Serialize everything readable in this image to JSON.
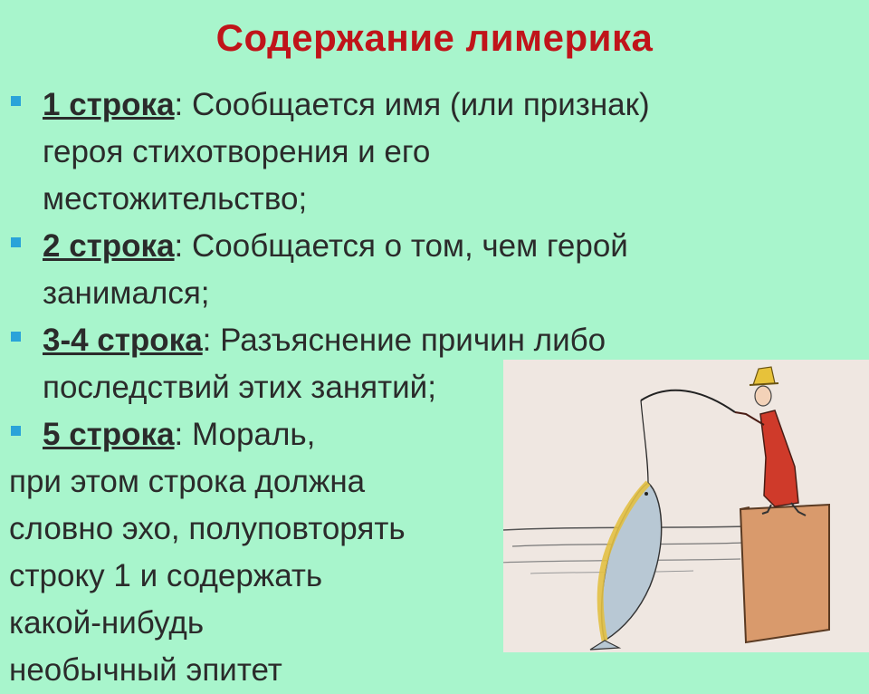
{
  "title": "Содержание лимерика",
  "items": [
    {
      "label": "1 строка",
      "text": ": Сообщается имя (или признак)",
      "cont": [
        "героя стихотворения и его",
        "местожительство;"
      ]
    },
    {
      "label": "2 строка",
      "text": ": Сообщается о том, чем герой",
      "cont": [
        "занимался;"
      ]
    },
    {
      "label": "3-4 строка",
      "text": ": Разъяснение причин либо",
      "cont": [
        "последствий этих занятий;"
      ]
    },
    {
      "label": "5 строка",
      "text": ": Мораль,",
      "cont": []
    }
  ],
  "tail": [
    "при этом строка должна",
    "словно эхо, полуповторять",
    "строку 1 и содержать",
    "какой-нибудь",
    "необычный эпитет"
  ],
  "colors": {
    "background": "#a8f5cc",
    "title": "#c0141a",
    "bullet": "#2aa3d9"
  }
}
